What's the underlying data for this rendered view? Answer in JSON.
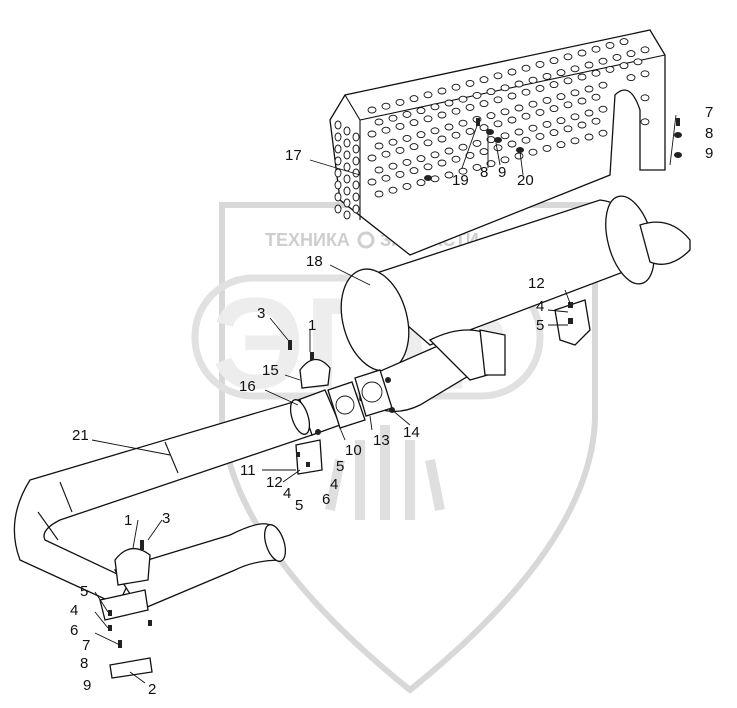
{
  "watermark": {
    "left_word": "ТЕХНИКА",
    "right_word": "ЗАПЧАСТИ",
    "logo_letters": "ЭПФ",
    "color": "#c9c9c9"
  },
  "callouts": [
    {
      "id": "c17",
      "text": "17"
    },
    {
      "id": "c19",
      "text": "19"
    },
    {
      "id": "c8a",
      "text": "8"
    },
    {
      "id": "c9a",
      "text": "9"
    },
    {
      "id": "c20",
      "text": "20"
    },
    {
      "id": "c7a",
      "text": "7"
    },
    {
      "id": "c8b",
      "text": "8"
    },
    {
      "id": "c9b",
      "text": "9"
    },
    {
      "id": "c18",
      "text": "18"
    },
    {
      "id": "c12a",
      "text": "12"
    },
    {
      "id": "c4a",
      "text": "4"
    },
    {
      "id": "c5a",
      "text": "5"
    },
    {
      "id": "c3a",
      "text": "3"
    },
    {
      "id": "c1a",
      "text": "1"
    },
    {
      "id": "c15",
      "text": "15"
    },
    {
      "id": "c16",
      "text": "16"
    },
    {
      "id": "c21",
      "text": "21"
    },
    {
      "id": "c10",
      "text": "10"
    },
    {
      "id": "c13",
      "text": "13"
    },
    {
      "id": "c14",
      "text": "14"
    },
    {
      "id": "c11",
      "text": "11"
    },
    {
      "id": "c5b",
      "text": "5"
    },
    {
      "id": "c12b",
      "text": "12"
    },
    {
      "id": "c4b",
      "text": "4"
    },
    {
      "id": "c4c",
      "text": "4"
    },
    {
      "id": "c5c",
      "text": "5"
    },
    {
      "id": "c6a",
      "text": "6"
    },
    {
      "id": "c1b",
      "text": "1"
    },
    {
      "id": "c3b",
      "text": "3"
    },
    {
      "id": "c5d",
      "text": "5"
    },
    {
      "id": "c4d",
      "text": "4"
    },
    {
      "id": "c6b",
      "text": "6"
    },
    {
      "id": "c7b",
      "text": "7"
    },
    {
      "id": "c8c",
      "text": "8"
    },
    {
      "id": "c9c",
      "text": "9"
    },
    {
      "id": "c2",
      "text": "2"
    }
  ]
}
